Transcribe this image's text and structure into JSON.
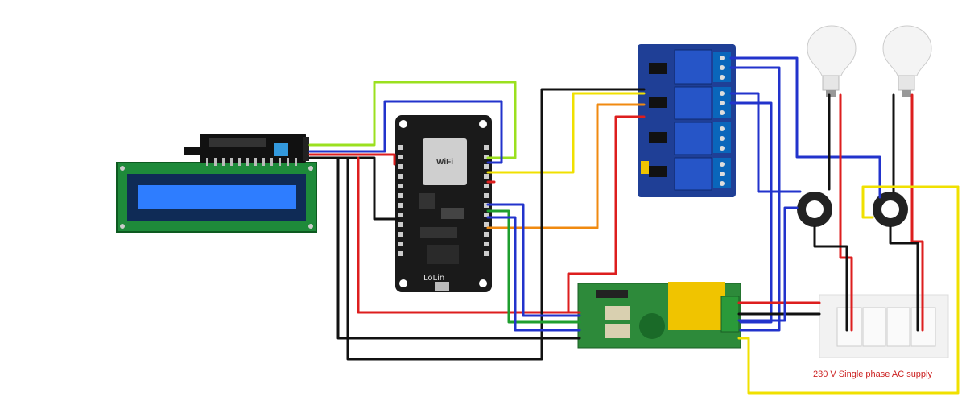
{
  "diagram": {
    "components": {
      "lcd_display": "lcd-16x2",
      "i2c_adapter": "i2c-backpack",
      "microcontroller": "nodemcu-esp8266",
      "relay_module": "4-channel-relay",
      "energy_meter": "pzem-004t",
      "current_transformers": 2,
      "bulbs": 2,
      "switchboard": "wall-switch-plate"
    },
    "board_text": {
      "wifi_badge": "WiFi",
      "board_name": "LoLin"
    },
    "supply_label": "230 V Single phase AC supply",
    "colors": {
      "green_wire": "#9be01f",
      "blue_wire": "#2233cc",
      "red_wire": "#dd1e1e",
      "black_wire": "#111111",
      "yellow_wire": "#f0e000",
      "orange_wire": "#f08a10",
      "relay_board": "#1f3f96",
      "lcd_board": "#1e8a3a",
      "lcd_screen": "#2e7dff",
      "esp_board": "#1a1a1a",
      "meter_board": "#2d8a3a",
      "capacitor": "#f0c400"
    }
  }
}
